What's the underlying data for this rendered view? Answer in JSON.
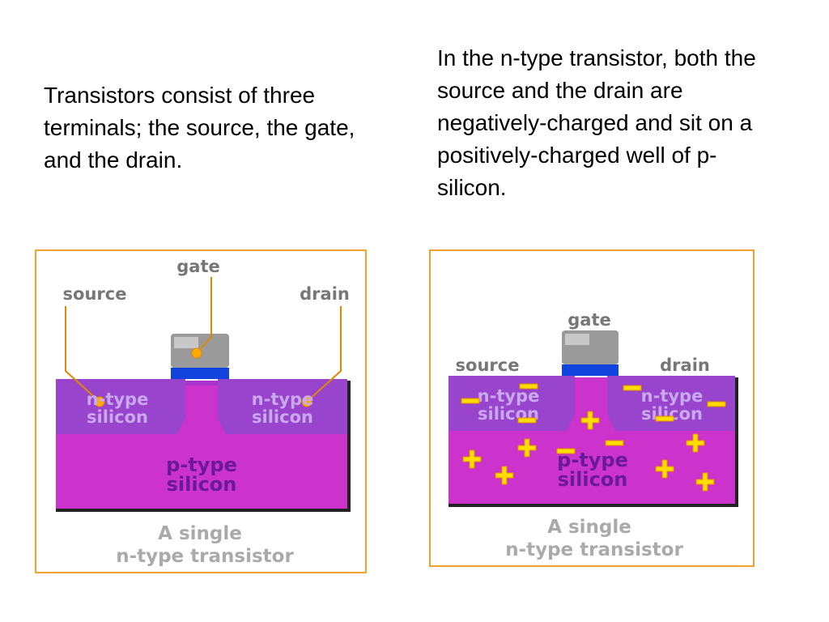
{
  "captions": {
    "left": "Transistors consist of three terminals; the source, the gate, and the drain.",
    "right": "In the n-type transistor, both the source and the drain are negatively-charged and sit on a positively-charged well of p-silicon."
  },
  "diagram_left": {
    "gate": "gate",
    "source": "source",
    "drain": "drain",
    "n_left_1": "n-type",
    "n_left_2": "silicon",
    "n_right_1": "n-type",
    "n_right_2": "silicon",
    "p_1": "p-type",
    "p_2": "silicon",
    "caption_1": "A single",
    "caption_2": "n-type transistor"
  },
  "diagram_right": {
    "gate": "gate",
    "source": "source",
    "drain": "drain",
    "n_left_1": "n-type",
    "n_left_2": "silicon",
    "n_right_1": "n-type",
    "n_right_2": "silicon",
    "p_1": "p-type",
    "p_2": "silicon",
    "caption_1": "A single",
    "caption_2": "n-type transistor"
  },
  "colors": {
    "frame": "#f0a030",
    "p_silicon": "#cc33cc",
    "n_silicon": "#9944cc",
    "gate_metal": "#999999",
    "gate_oxide": "#1144dd",
    "leader": "#e08800",
    "charge": "#ffee00"
  }
}
